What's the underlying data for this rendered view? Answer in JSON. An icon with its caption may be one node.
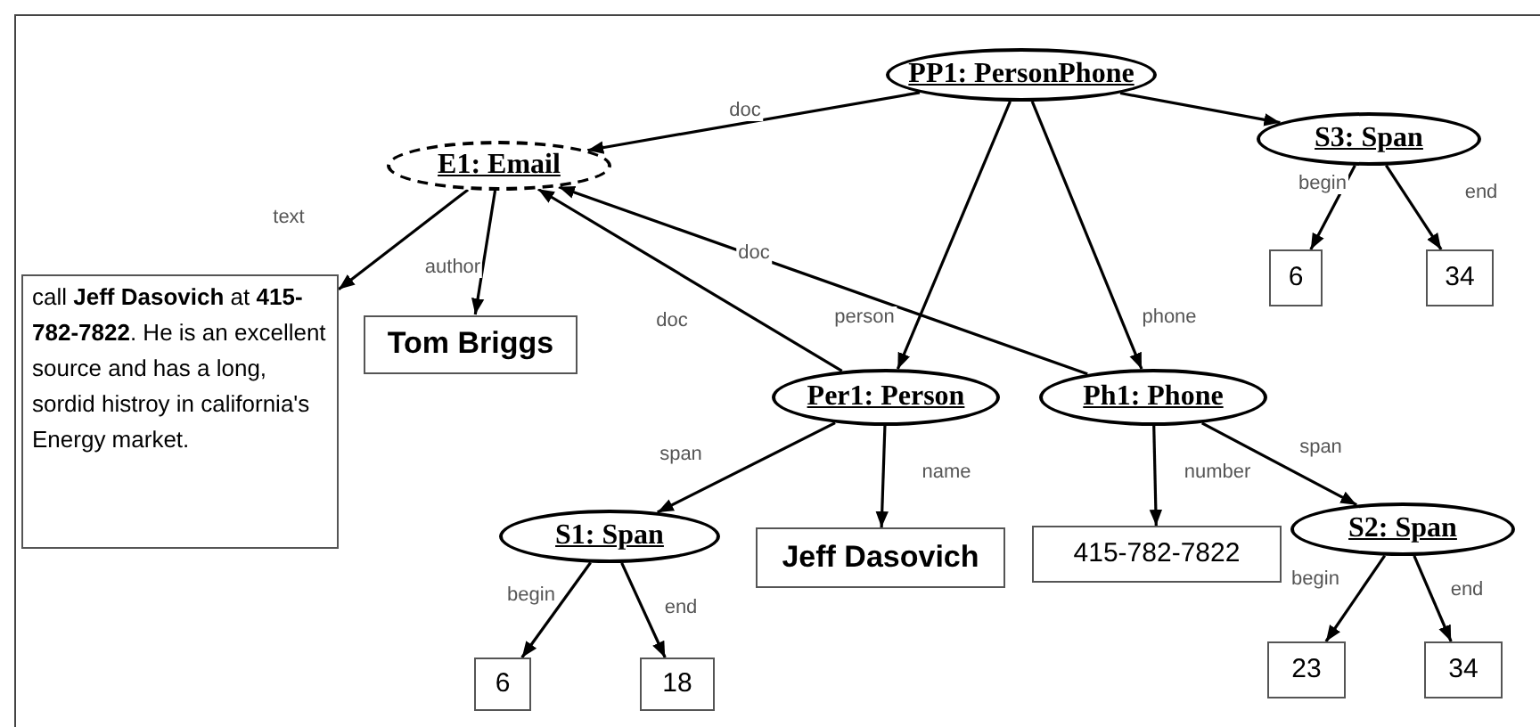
{
  "diagram": {
    "nodes": [
      {
        "text": [
          "PP1: PersonPhone"
        ]
      },
      {
        "text": [
          "E1: Email"
        ]
      },
      {
        "text": [
          "S3: Span"
        ]
      },
      {
        "text": [
          "6"
        ]
      },
      {
        "text": [
          "34"
        ]
      },
      {
        "text": [
          "call **Jeff Dasovich** at **415-782-7822**. He is an excellent source and has a long, sordid histroy in california's Energy market."
        ]
      },
      {
        "text": [
          "Tom Briggs"
        ]
      },
      {
        "text": [
          "Per1: Person"
        ]
      },
      {
        "text": [
          "Ph1: Phone"
        ]
      },
      {
        "text": [
          "S1: Span"
        ]
      },
      {
        "text": [
          "Jeff Dasovich"
        ]
      },
      {
        "text": [
          "415-782-7822"
        ]
      },
      {
        "text": [
          "S2: Span"
        ]
      },
      {
        "text": [
          "6"
        ]
      },
      {
        "text": [
          "18"
        ]
      },
      {
        "text": [
          "23"
        ]
      },
      {
        "text": [
          "34"
        ]
      }
    ],
    "edges": [
      {
        "from": 0,
        "to": 1,
        "arrow": "to",
        "label": "doc"
      },
      {
        "from": 0,
        "to": 2,
        "arrow": "to"
      },
      {
        "from": 2,
        "to": 3,
        "arrow": "to",
        "label": "begin"
      },
      {
        "from": 2,
        "to": 4,
        "arrow": "to",
        "label": "end"
      },
      {
        "from": 1,
        "to": 5,
        "arrow": "to",
        "label": "text"
      },
      {
        "from": 1,
        "to": 6,
        "arrow": "to",
        "label": "author"
      },
      {
        "from": 0,
        "to": 7,
        "arrow": "to",
        "label": "person"
      },
      {
        "from": 0,
        "to": 8,
        "arrow": "to",
        "label": "phone"
      },
      {
        "from": 7,
        "to": 1,
        "arrow": "to",
        "label": "doc"
      },
      {
        "from": 8,
        "to": 1,
        "arrow": "to",
        "label": "doc"
      },
      {
        "from": 7,
        "to": 9,
        "arrow": "to",
        "label": "span"
      },
      {
        "from": 7,
        "to": 10,
        "arrow": "to",
        "label": "name"
      },
      {
        "from": 8,
        "to": 11,
        "arrow": "to",
        "label": "number"
      },
      {
        "from": 8,
        "to": 12,
        "arrow": "to",
        "label": "span"
      },
      {
        "from": 9,
        "to": 13,
        "arrow": "to",
        "label": "begin"
      },
      {
        "from": 9,
        "to": 14,
        "arrow": "to",
        "label": "end"
      },
      {
        "from": 12,
        "to": 15,
        "arrow": "to",
        "label": "begin"
      },
      {
        "from": 12,
        "to": 16,
        "arrow": "to",
        "label": "end"
      }
    ]
  }
}
